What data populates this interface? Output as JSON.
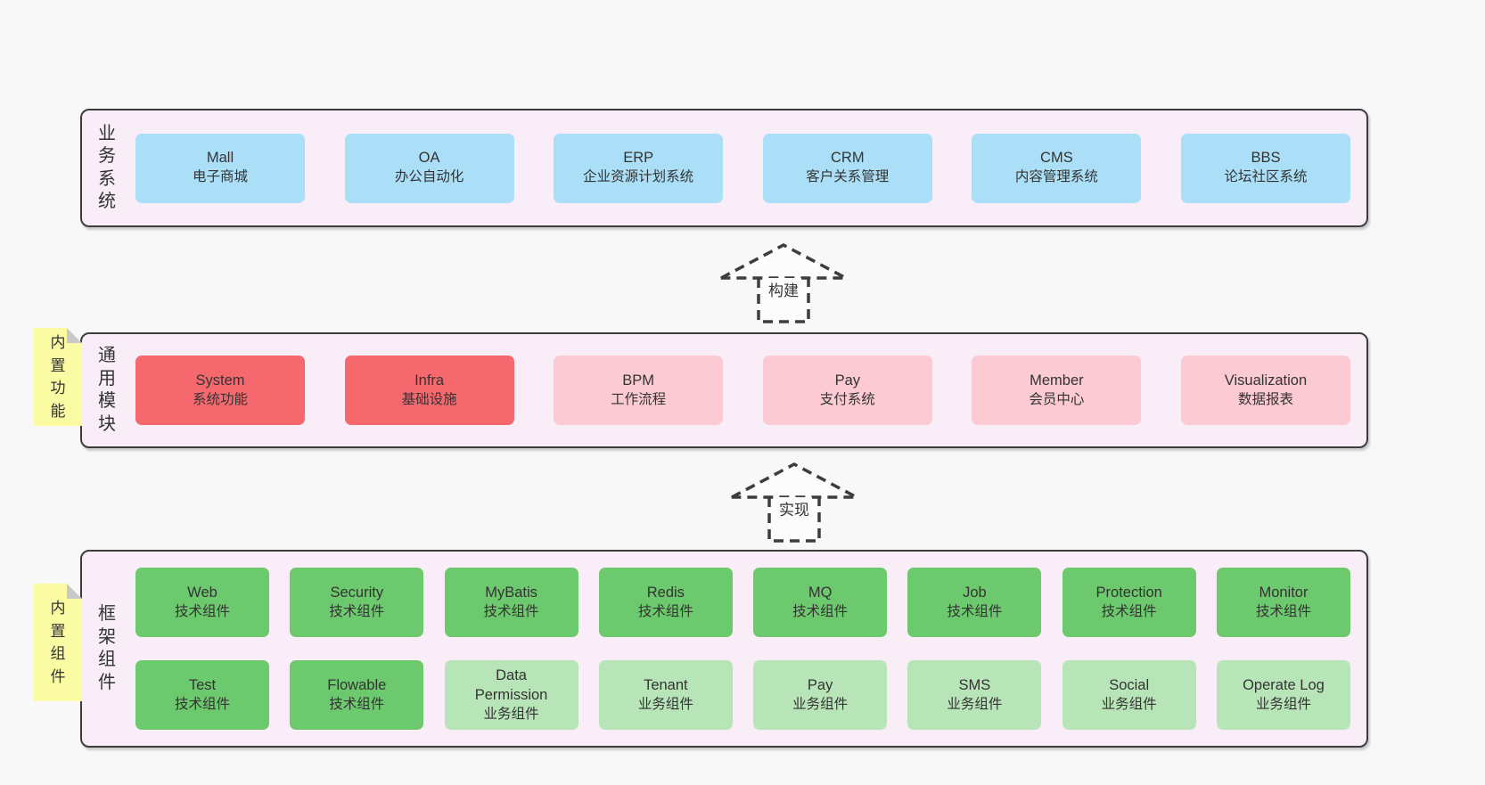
{
  "colors": {
    "page_bg": "#f8f8f8",
    "container_bg": "#f9eef8",
    "border": "#3d3d3d",
    "text": "#333333",
    "blue": "#abdff7",
    "red": "#f5696e",
    "pink": "#fbcad2",
    "green": "#6dc96d",
    "green_light": "#b8e5b8",
    "note_yellow": "#fbfba4",
    "note_fold": "#c8c8c8",
    "arrow_fill": "#fcfcfc"
  },
  "layers": [
    {
      "side_label": "业务系统",
      "note": null,
      "rows": [
        [
          {
            "name": "Mall",
            "sub": "电子商城",
            "color": "blue"
          },
          {
            "name": "OA",
            "sub": "办公自动化",
            "color": "blue"
          },
          {
            "name": "ERP",
            "sub": "企业资源计划系统",
            "color": "blue"
          },
          {
            "name": "CRM",
            "sub": "客户关系管理",
            "color": "blue"
          },
          {
            "name": "CMS",
            "sub": "内容管理系统",
            "color": "blue"
          },
          {
            "name": "BBS",
            "sub": "论坛社区系统",
            "color": "blue"
          }
        ]
      ]
    },
    {
      "side_label": "通用模块",
      "note": "内置功能",
      "rows": [
        [
          {
            "name": "System",
            "sub": "系统功能",
            "color": "red"
          },
          {
            "name": "Infra",
            "sub": "基础设施",
            "color": "red"
          },
          {
            "name": "BPM",
            "sub": "工作流程",
            "color": "pink"
          },
          {
            "name": "Pay",
            "sub": "支付系统",
            "color": "pink"
          },
          {
            "name": "Member",
            "sub": "会员中心",
            "color": "pink"
          },
          {
            "name": "Visualization",
            "sub": "数据报表",
            "color": "pink"
          }
        ]
      ]
    },
    {
      "side_label": "框架组件",
      "note": "内置组件",
      "rows": [
        [
          {
            "name": "Web",
            "sub": "技术组件",
            "color": "green"
          },
          {
            "name": "Security",
            "sub": "技术组件",
            "color": "green"
          },
          {
            "name": "MyBatis",
            "sub": "技术组件",
            "color": "green"
          },
          {
            "name": "Redis",
            "sub": "技术组件",
            "color": "green"
          },
          {
            "name": "MQ",
            "sub": "技术组件",
            "color": "green"
          },
          {
            "name": "Job",
            "sub": "技术组件",
            "color": "green"
          },
          {
            "name": "Protection",
            "sub": "技术组件",
            "color": "green"
          },
          {
            "name": "Monitor",
            "sub": "技术组件",
            "color": "green"
          }
        ],
        [
          {
            "name": "Test",
            "sub": "技术组件",
            "color": "green"
          },
          {
            "name": "Flowable",
            "sub": "技术组件",
            "color": "green"
          },
          {
            "name": "Data Permission",
            "sub": "业务组件",
            "color": "green_light"
          },
          {
            "name": "Tenant",
            "sub": "业务组件",
            "color": "green_light"
          },
          {
            "name": "Pay",
            "sub": "业务组件",
            "color": "green_light"
          },
          {
            "name": "SMS",
            "sub": "业务组件",
            "color": "green_light"
          },
          {
            "name": "Social",
            "sub": "业务组件",
            "color": "green_light"
          },
          {
            "name": "Operate Log",
            "sub": "业务组件",
            "color": "green_light"
          }
        ]
      ]
    }
  ],
  "arrows": [
    {
      "label": "构建"
    },
    {
      "label": "实现"
    }
  ]
}
